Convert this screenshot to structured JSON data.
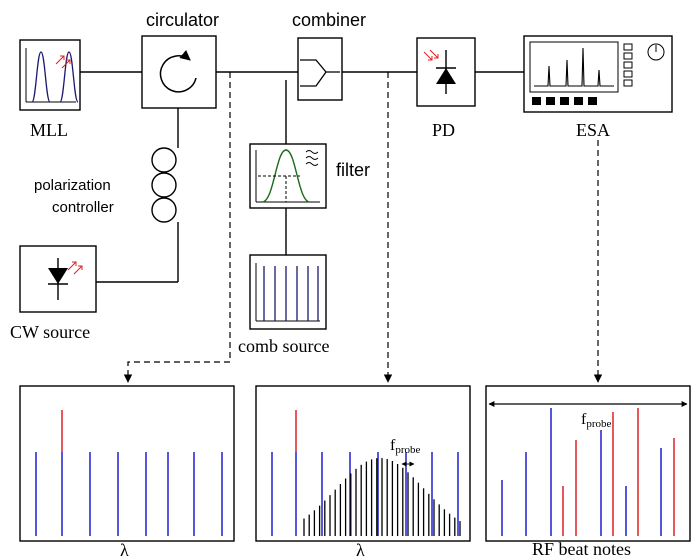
{
  "blocks": {
    "mll": "MLL",
    "circulator": "circulator",
    "combiner": "combiner",
    "pd": "PD",
    "esa": "ESA",
    "filter": "filter",
    "polarization_line1": "polarization",
    "polarization_line2": "controller",
    "cw_source": "CW source",
    "comb_source": "comb source"
  },
  "spectra": {
    "left_axis": "λ",
    "middle_axis": "λ",
    "right_axis": "RF beat notes",
    "middle_annotation_main": "f",
    "middle_annotation_sub": "probe",
    "right_annotation_main": "f",
    "right_annotation_sub": "probe"
  },
  "colors": {
    "blue_lines": "#1f1fd0",
    "red_lines": "#e02020",
    "black": "#000000",
    "green_curve": "#1a6b1a",
    "dark_blue_comb": "#1a1a6e"
  }
}
